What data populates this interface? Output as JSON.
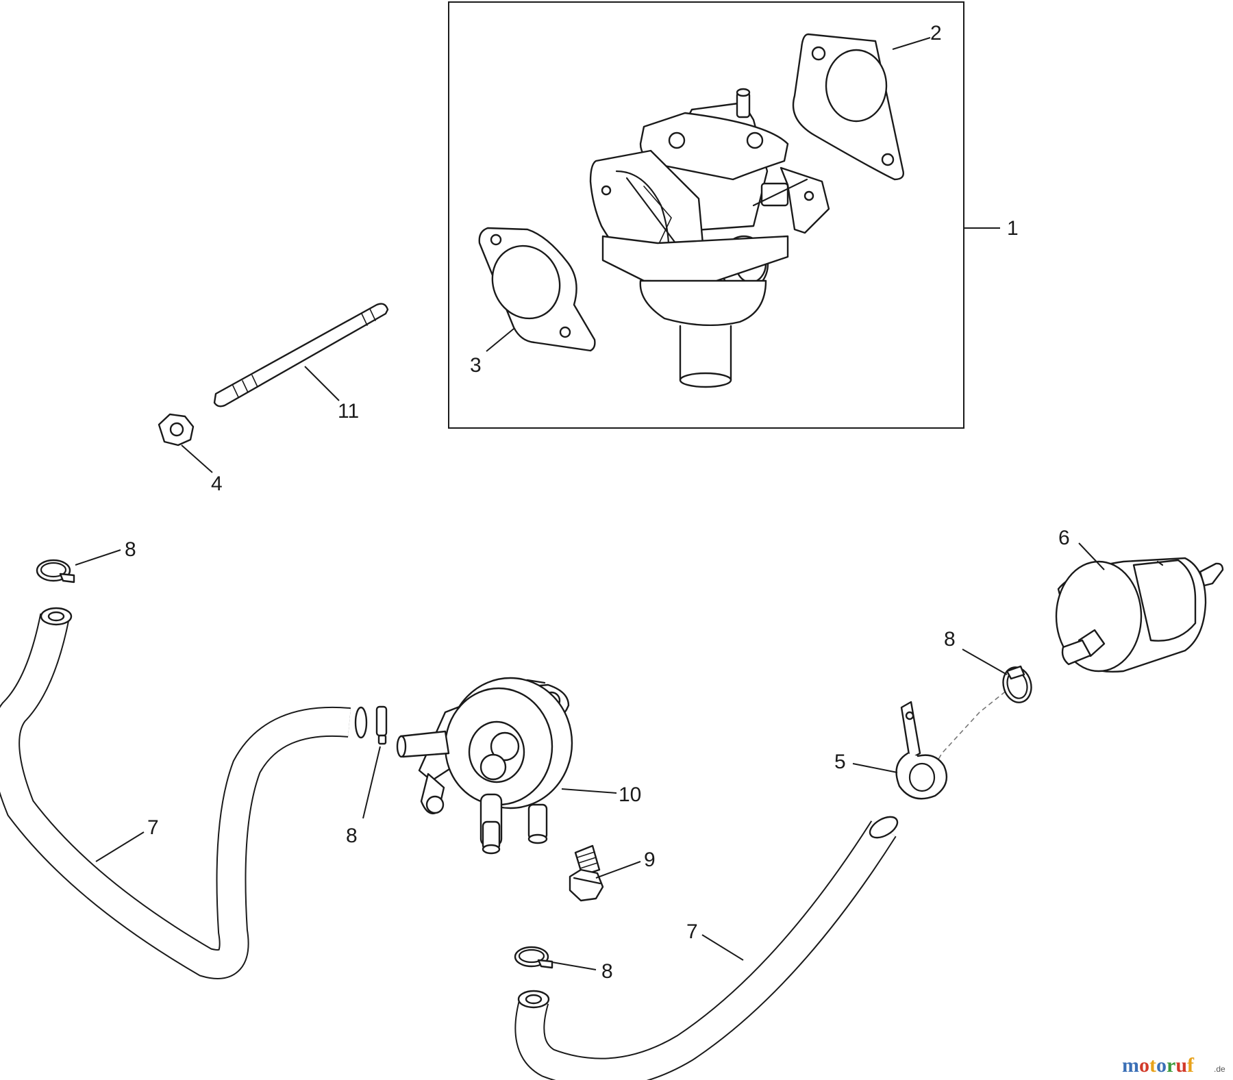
{
  "callouts": {
    "c1": "1",
    "c2": "2",
    "c3": "3",
    "c4": "4",
    "c5": "5",
    "c6": "6",
    "c7a": "7",
    "c7b": "7",
    "c8a": "8",
    "c8b": "8",
    "c8c": "8",
    "c8d": "8",
    "c9": "9",
    "c10": "10",
    "c11": "11"
  },
  "watermark": {
    "letters": [
      "m",
      "o",
      "t",
      "o",
      "r",
      "u",
      "f"
    ],
    "colors": [
      "#3b6fb6",
      "#d23a2a",
      "#e8a21a",
      "#3b6fb6",
      "#3c9a3c",
      "#d23a2a",
      "#e8a21a"
    ],
    "suffix": ".de"
  }
}
